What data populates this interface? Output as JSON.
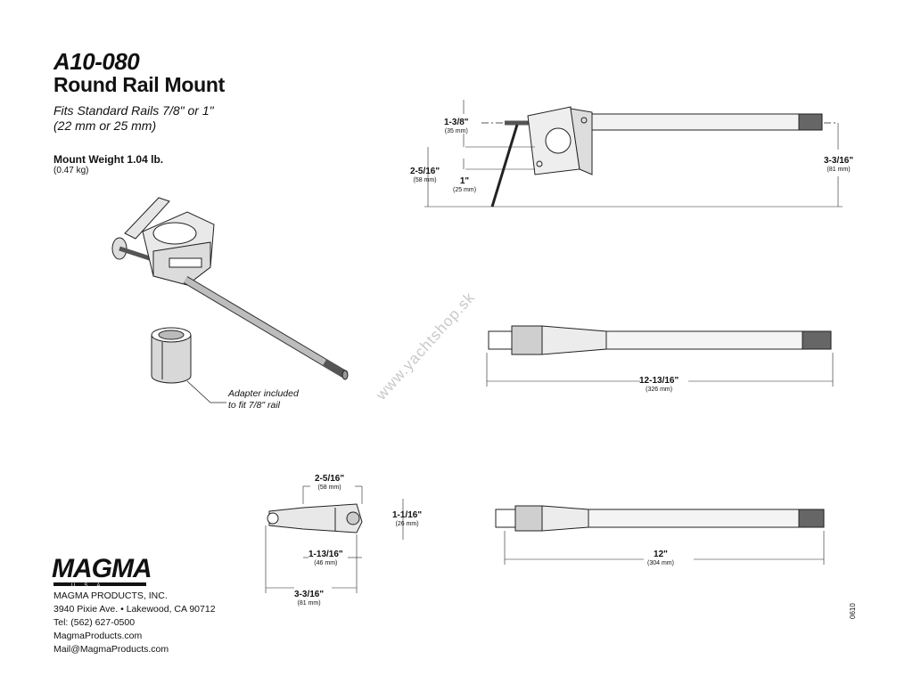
{
  "header": {
    "model": "A10-080",
    "title": "Round Rail Mount",
    "fits": "Fits Standard Rails 7/8\" or 1\"",
    "fits_metric": "(22 mm or 25 mm)",
    "weight": "Mount Weight 1.04 lb.",
    "weight_metric": "(0.47 kg)"
  },
  "note": {
    "line1": "Adapter included",
    "line2": "to fit 7/8\" rail"
  },
  "dimensions": {
    "top_1_3_8": {
      "value": "1-3/8\"",
      "mm": "(35 mm)"
    },
    "top_2_5_16": {
      "value": "2-5/16\"",
      "mm": "(58 mm)"
    },
    "top_1": {
      "value": "1\"",
      "mm": "(25 mm)"
    },
    "top_3_3_16": {
      "value": "3-3/16\"",
      "mm": "(81 mm)"
    },
    "mid_12_13_16": {
      "value": "12-13/16\"",
      "mm": "(326 mm)"
    },
    "bot_2_5_16": {
      "value": "2-5/16\"",
      "mm": "(58 mm)"
    },
    "bot_1_1_16": {
      "value": "1-1/16\"",
      "mm": "(26 mm)"
    },
    "bot_1_13_16": {
      "value": "1-13/16\"",
      "mm": "(46 mm)"
    },
    "bot_3_3_16": {
      "value": "3-3/16\"",
      "mm": "(81 mm)"
    },
    "bot_12": {
      "value": "12\"",
      "mm": "(304 mm)"
    }
  },
  "logo": {
    "name": "MAGMA",
    "sub": "U S A"
  },
  "company": {
    "name": "MAGMA PRODUCTS, INC.",
    "address": "3940 Pixie Ave. • Lakewood, CA 90712",
    "tel": "Tel: (562) 627-0500",
    "web": "MagmaProducts.com",
    "mail": "Mail@MagmaProducts.com"
  },
  "watermark": "www.yachtshop.sk",
  "doc_code": "0610"
}
